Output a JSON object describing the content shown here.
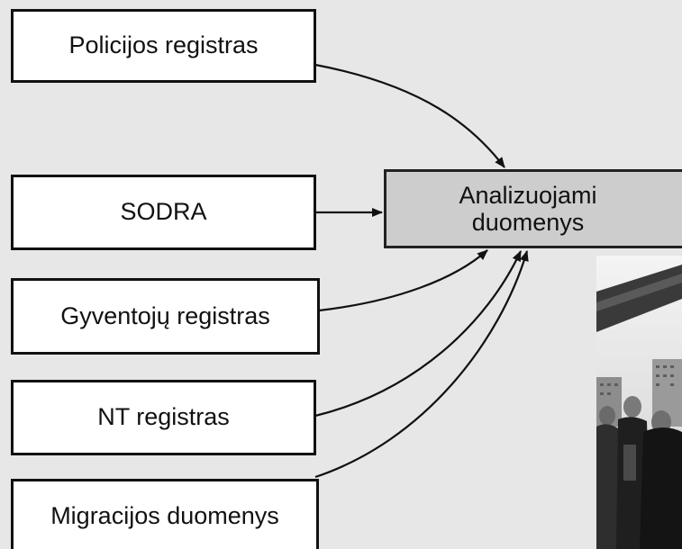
{
  "diagram": {
    "sources": [
      {
        "id": "policija",
        "label": "Policijos registras"
      },
      {
        "id": "sodra",
        "label": "SODRA"
      },
      {
        "id": "gyventoju",
        "label": "Gyventojų registras"
      },
      {
        "id": "nt",
        "label": "NT registras"
      },
      {
        "id": "migracija",
        "label": "Migracijos duomenys"
      }
    ],
    "target": {
      "label_line1": "Analizuojami",
      "label_line2": "duomenys"
    },
    "edges": [
      {
        "from": "Policijos registras",
        "to": "Analizuojami duomenys"
      },
      {
        "from": "SODRA",
        "to": "Analizuojami duomenys"
      },
      {
        "from": "Gyventojų registras",
        "to": "Analizuojami duomenys"
      },
      {
        "from": "NT registras",
        "to": "Analizuojami duomenys"
      },
      {
        "from": "Migracijos duomenys",
        "to": "Analizuojami duomenys"
      }
    ]
  },
  "photo": {
    "subject": "black-and-white photo of people standing near apartment buildings"
  },
  "colors": {
    "background": "#e7e7e7",
    "box_fill": "#ffffff",
    "target_fill": "#cdcdcd",
    "stroke": "#111111"
  }
}
